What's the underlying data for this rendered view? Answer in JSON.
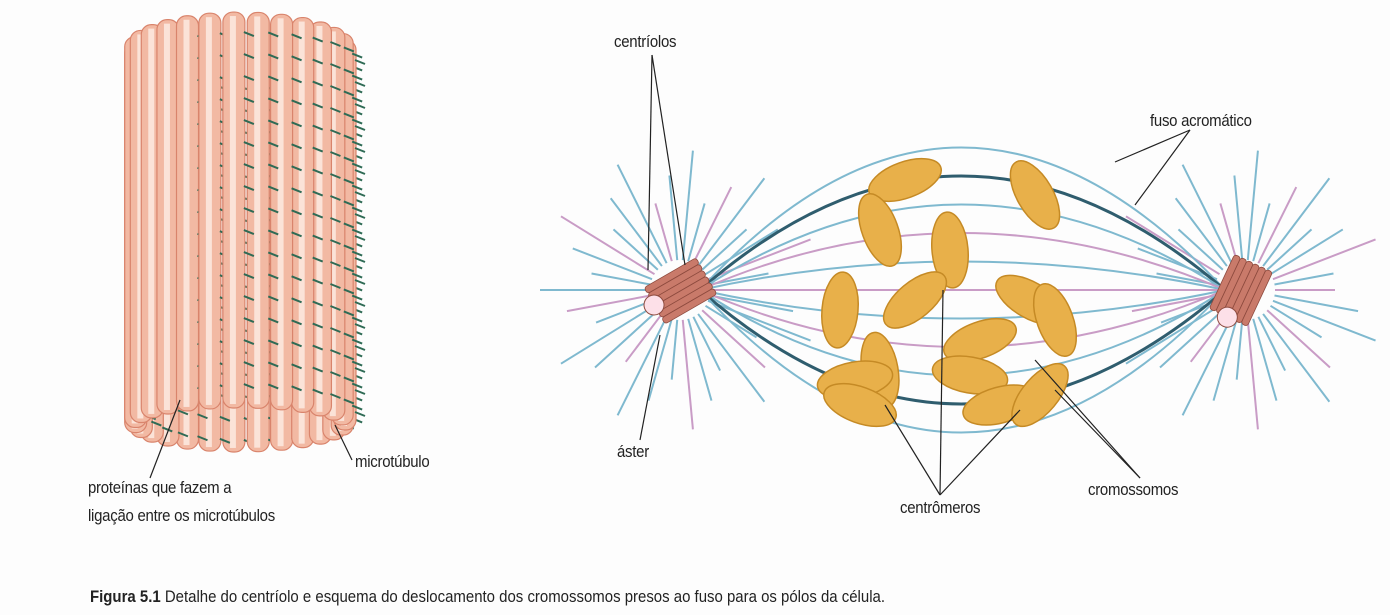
{
  "labels": {
    "centrioles": "centríolos",
    "spindle": "fuso acromático",
    "aster": "áster",
    "microtubule": "microtúbulo",
    "proteins_line1": "proteínas que fazem a",
    "proteins_line2": "ligação entre os microtúbulos",
    "centromeres": "centrômeros",
    "chromosomes": "cromossomos"
  },
  "caption": {
    "figure_number": "Figura 5.1",
    "text": "Detalhe do centríolo e esquema do deslocamento dos cromossomos presos ao fuso para os pólos da célula."
  },
  "colors": {
    "tube": "#f2b9a3",
    "tube_shadow": "#d9846c",
    "protein_link": "#2f6b55",
    "spindle_fiber": "#7fb9cf",
    "spindle_dark": "#2f5d6e",
    "pink_fiber": "#c99cc6",
    "chromosome": "#e8b04a",
    "chromosome_dark": "#c58a25"
  }
}
